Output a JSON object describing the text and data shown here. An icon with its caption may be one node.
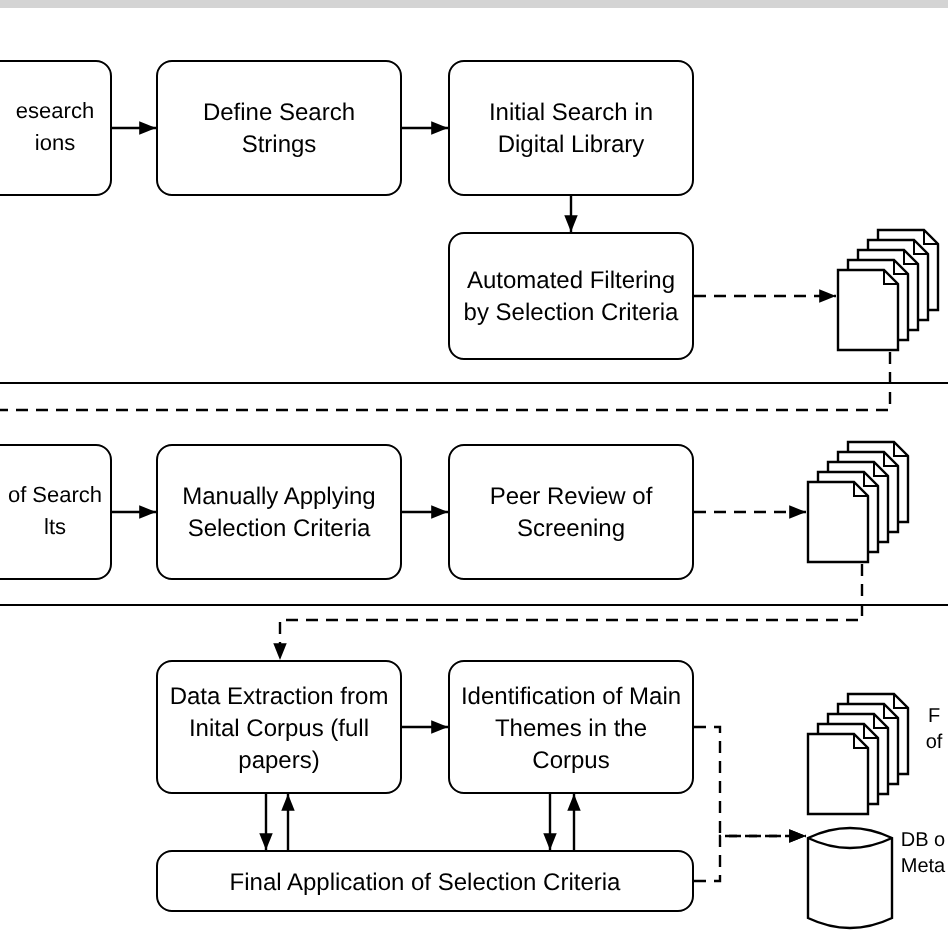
{
  "diagram": {
    "nodes": [
      {
        "text": [
          "esearch ions"
        ]
      },
      {
        "text": [
          "Define Search Strings"
        ]
      },
      {
        "text": [
          "Initial Search in Digital Library"
        ]
      },
      {
        "text": [
          "Automated Filtering by Selection Criteria"
        ]
      },
      {
        "text": [],
        "shape": "document"
      },
      {
        "text": [
          "of Search lts"
        ]
      },
      {
        "text": [
          "Manually Applying Selection Criteria"
        ]
      },
      {
        "text": [
          "Peer Review of Screening"
        ]
      },
      {
        "text": [],
        "shape": "document"
      },
      {
        "text": [
          "Data Extraction from Inital Corpus (full papers)"
        ]
      },
      {
        "text": [
          "Identification of Main Themes in the Corpus"
        ]
      },
      {
        "text": [
          "Final Application of Selection Criteria"
        ]
      },
      {
        "text": [],
        "shape": "document",
        "beside": [
          "F of"
        ]
      },
      {
        "text": [],
        "shape": "cylinder",
        "beside": [
          "DB o Meta"
        ]
      }
    ],
    "edges": [
      {
        "from": 0,
        "to": 1,
        "arrow": "to"
      },
      {
        "from": 1,
        "to": 2,
        "arrow": "to"
      },
      {
        "from": 2,
        "to": 3,
        "arrow": "to"
      },
      {
        "from": 3,
        "to": 4,
        "arrow": "to",
        "style": "dashed"
      },
      {
        "from": 4,
        "to": null,
        "arrow": "none",
        "style": "dashed"
      },
      {
        "from": 5,
        "to": 6,
        "arrow": "to"
      },
      {
        "from": 6,
        "to": 7,
        "arrow": "to"
      },
      {
        "from": 7,
        "to": 8,
        "arrow": "to",
        "style": "dashed"
      },
      {
        "from": 8,
        "to": 9,
        "arrow": "to",
        "style": "dashed"
      },
      {
        "from": 9,
        "to": 10,
        "arrow": "to"
      },
      {
        "from": 9,
        "to": 11,
        "arrow": "to"
      },
      {
        "from": 11,
        "to": 9,
        "arrow": "to"
      },
      {
        "from": 10,
        "to": 11,
        "arrow": "to"
      },
      {
        "from": 11,
        "to": 10,
        "arrow": "to"
      },
      {
        "from": 10,
        "to": 13,
        "arrow": "to",
        "style": "dashed"
      },
      {
        "from": 11,
        "to": 13,
        "arrow": "to",
        "style": "dashed"
      }
    ]
  }
}
